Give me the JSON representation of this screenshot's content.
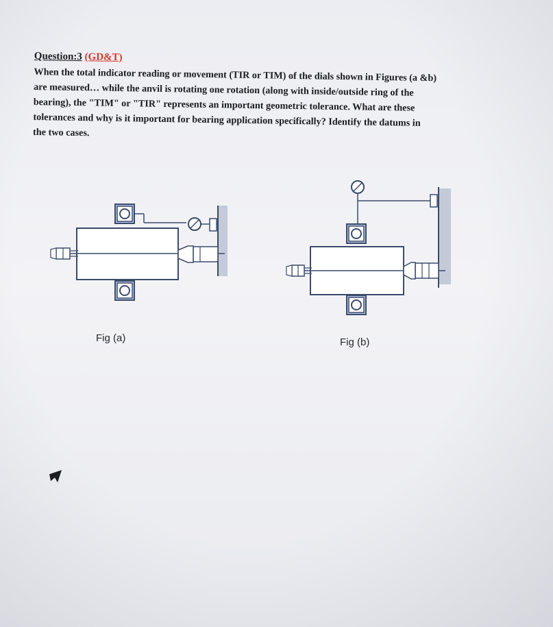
{
  "question": {
    "number": "Question:3",
    "tag": "(GD&T)",
    "lines": [
      "When the total indicator reading or movement (TIR or TIM) of the dials shown in Figures (a &b)",
      "are measured… while the anvil is rotating one rotation (along with inside/outside ring of the",
      "bearing), the \"TIM\" or \"TIR\" represents an important geometric tolerance. What are these",
      "tolerances and why is it important for bearing application specifically? Identify the datums in",
      "the two cases."
    ]
  },
  "figures": {
    "fig_a_label": "Fig (a)",
    "fig_b_label": "Fig (b)"
  },
  "colors": {
    "text": "#1c1c22",
    "tag": "#d23a2a",
    "drawing": "#3a4a6a",
    "bearing_fill": "#b9c8e6",
    "wall": "#c4cad8"
  },
  "icons": {
    "cursor": "arrow-cursor-icon",
    "dial": "dial-indicator-icon",
    "bearing": "ball-bearing-icon"
  }
}
